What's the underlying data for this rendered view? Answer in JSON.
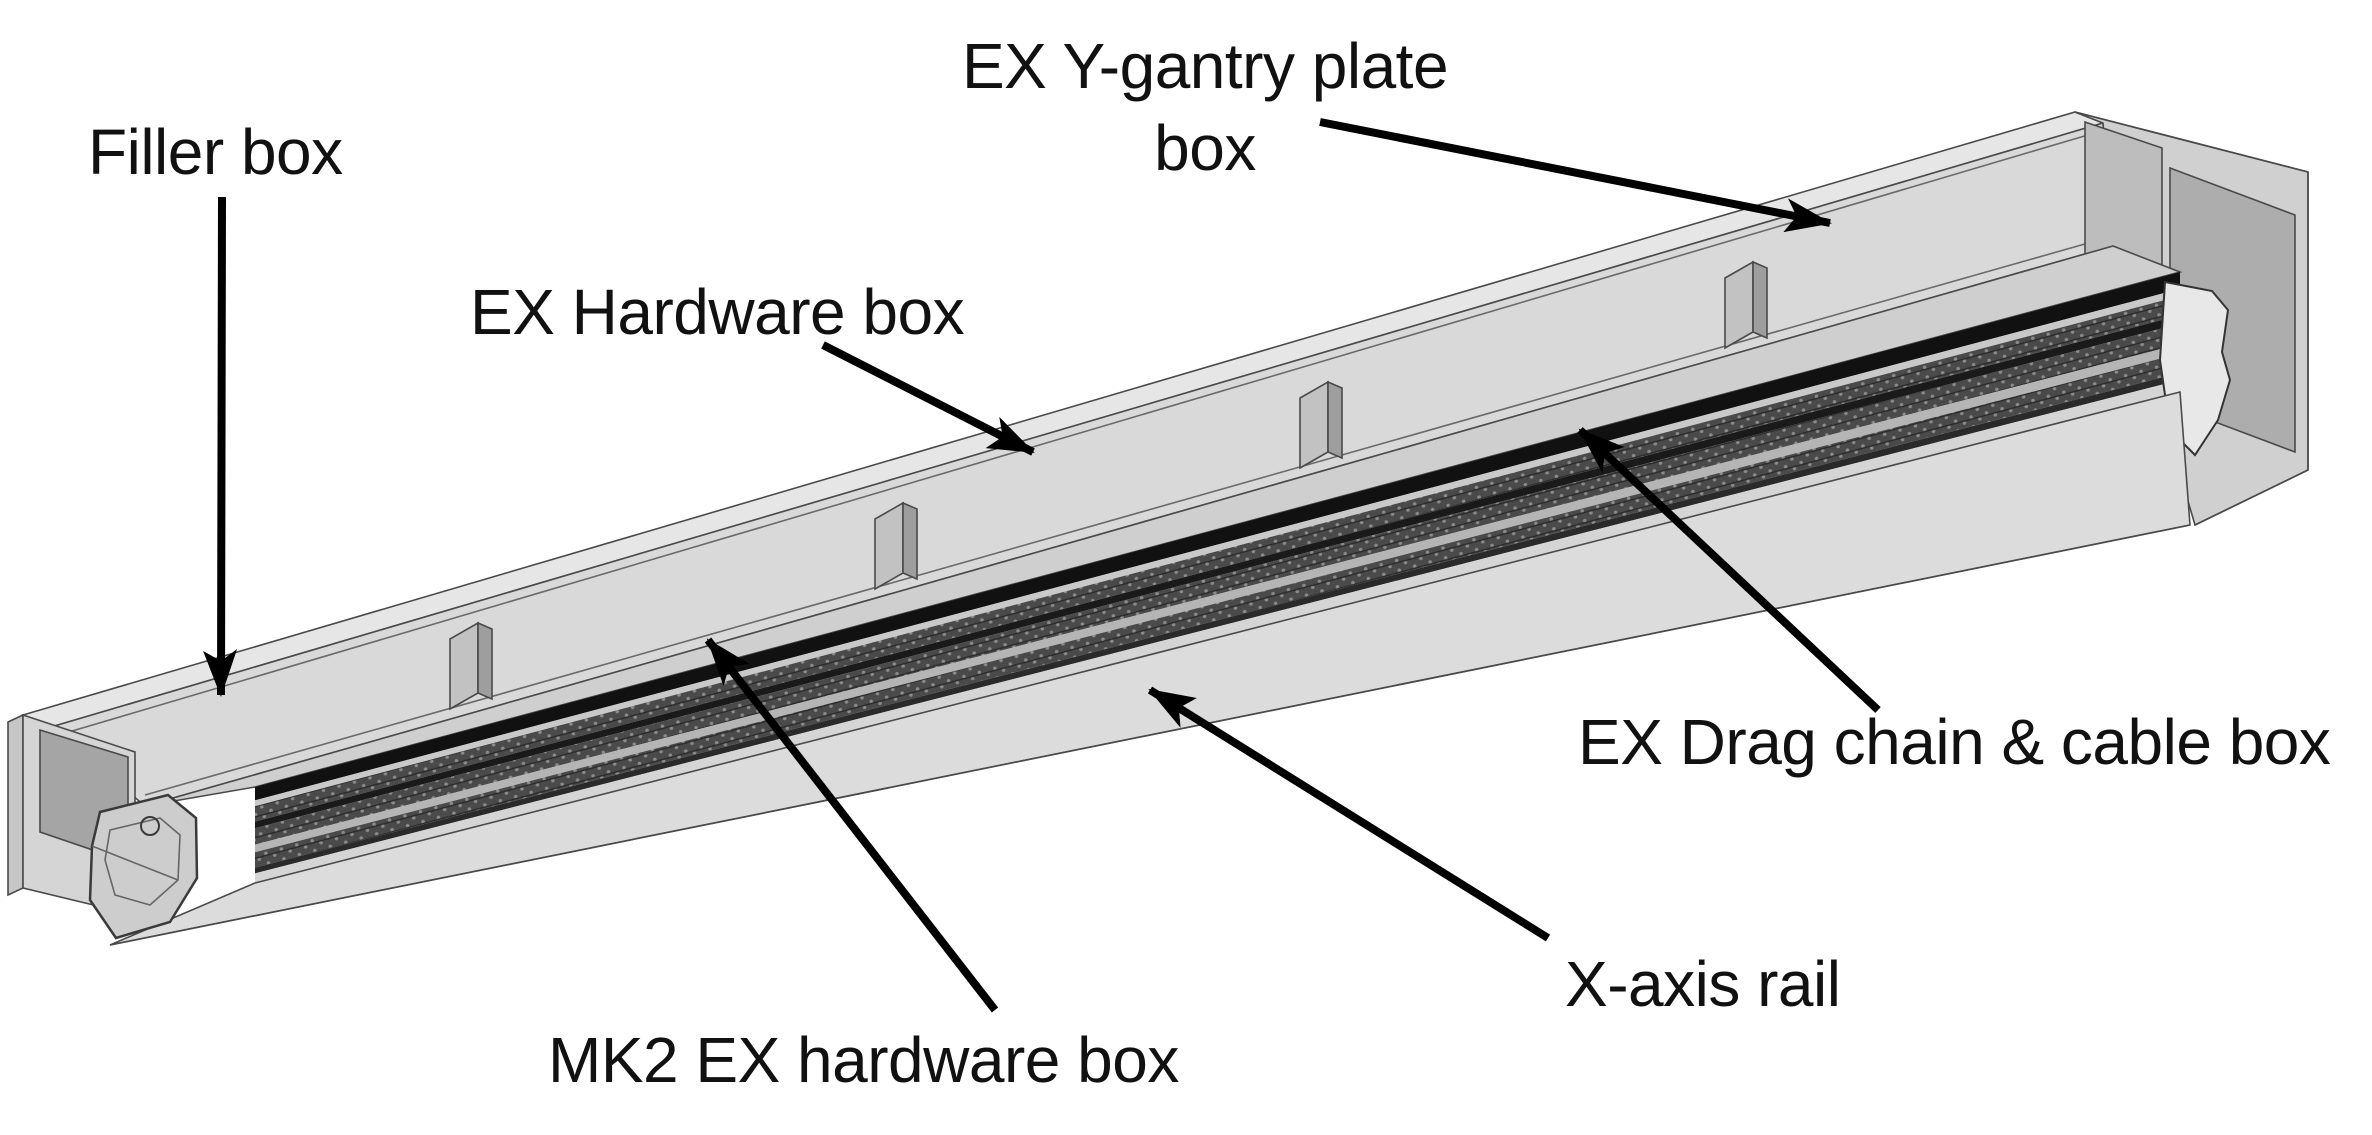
{
  "figure": {
    "type": "packing-diagram",
    "description": "Isometric CAD drawing of a long open-top shipping crate containing an X-axis rail extrusion, with labeled compartments",
    "colors": {
      "background": "#ffffff",
      "text": "#111111",
      "annotation_line": "#000000",
      "crate_edge": "#4a4a4a",
      "crate_light": "#e6e6e6",
      "crate_mid": "#d6d6d6",
      "crate_shadow": "#a8a8a8",
      "rail_dark": "#111111"
    }
  },
  "labels": {
    "filler_box": "Filler box",
    "ex_y_gantry": "EX Y-gantry plate\nbox",
    "ex_hardware": "EX Hardware box",
    "drag_chain": "EX Drag chain & cable box",
    "x_axis_rail": "X-axis rail",
    "mk2_hardware": "MK2 EX hardware box"
  },
  "annotations": [
    {
      "label": "Filler box",
      "points_to": "left-end filler compartment"
    },
    {
      "label": "EX Y-gantry plate\nbox",
      "points_to": "right-end compartment"
    },
    {
      "label": "EX Hardware box",
      "points_to": "third compartment wall"
    },
    {
      "label": "EX Drag chain & cable box",
      "points_to": "slot behind rail"
    },
    {
      "label": "X-axis rail",
      "points_to": "ribbed aluminium extrusion"
    },
    {
      "label": "MK2 EX hardware box",
      "points_to": "second compartment wall"
    }
  ]
}
